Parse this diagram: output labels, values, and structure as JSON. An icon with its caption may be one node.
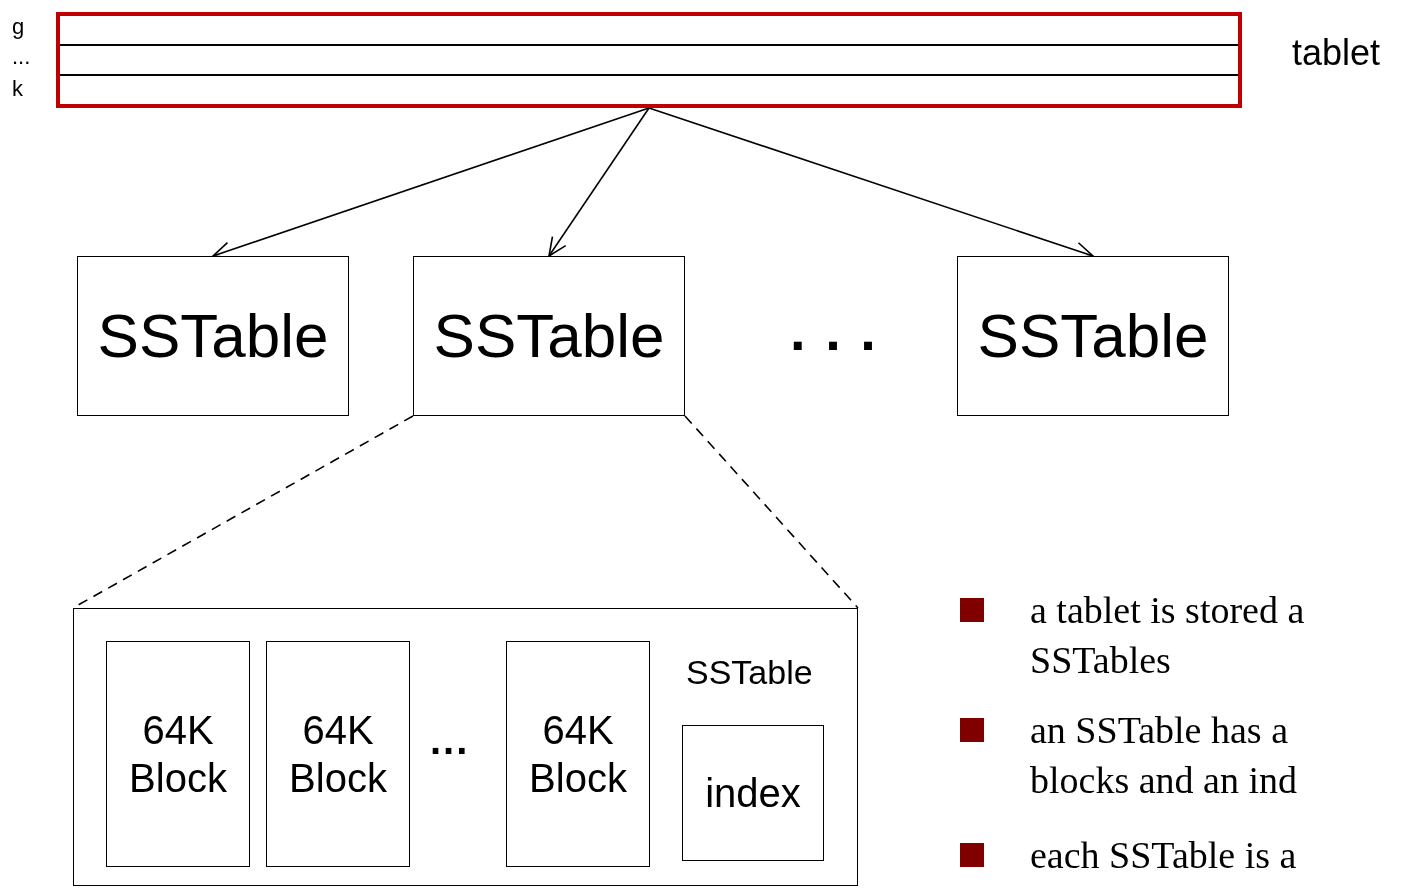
{
  "diagram": {
    "nodes": [
      {
        "text": [
          "tablet"
        ]
      },
      {
        "text": [
          "SSTable"
        ]
      },
      {
        "text": [
          "SSTable"
        ]
      },
      {
        "text": [
          "SSTable"
        ]
      },
      {
        "text": [
          "SSTable"
        ]
      },
      {
        "text": [
          "64K Block"
        ],
        "in": 4
      },
      {
        "text": [
          "64K Block"
        ],
        "in": 4
      },
      {
        "text": [
          "64K Block"
        ],
        "in": 4
      },
      {
        "text": [
          "index"
        ],
        "in": 4
      }
    ],
    "edges": [
      {
        "from": 0,
        "to": 1,
        "arrow": "to"
      },
      {
        "from": 0,
        "to": 2,
        "arrow": "to"
      },
      {
        "from": 0,
        "to": 3,
        "arrow": "to"
      },
      {
        "from": 2,
        "to": 4,
        "arrow": "none",
        "style": "dashed"
      },
      {
        "from": 2,
        "to": 4,
        "arrow": "none",
        "style": "dashed"
      }
    ],
    "labels": [
      "g",
      "...",
      "k",
      "...",
      "...",
      "a tablet is stored a SSTables",
      "an SSTable has a blocks and an ind",
      "each SSTable is a"
    ]
  }
}
